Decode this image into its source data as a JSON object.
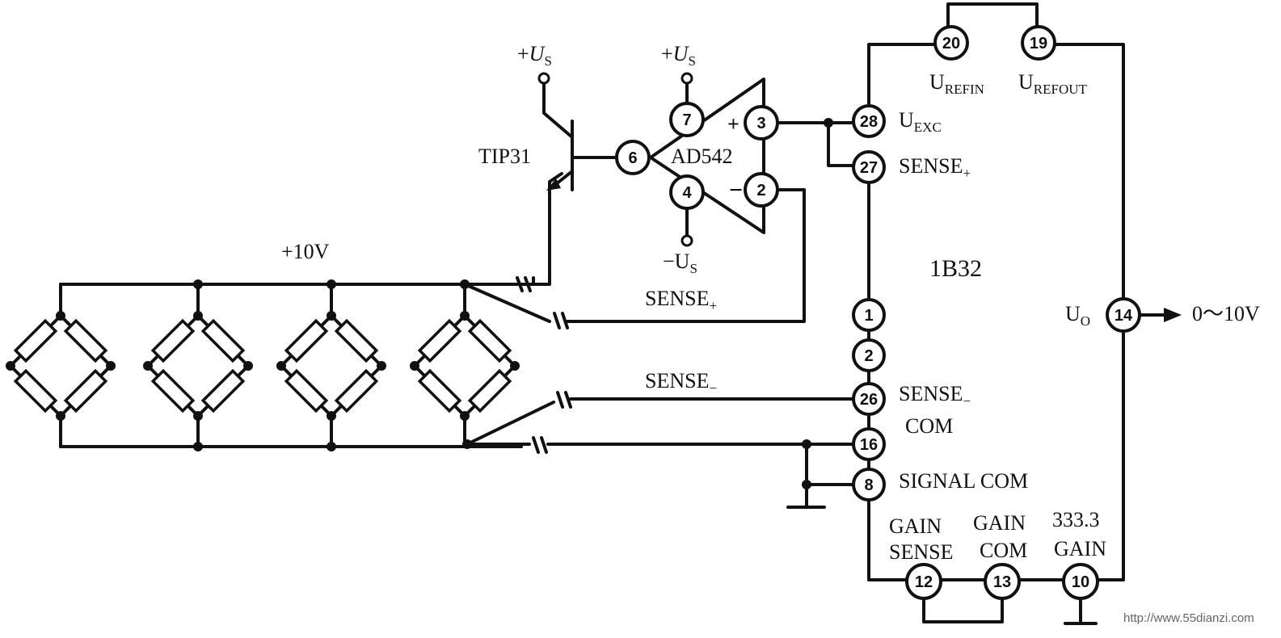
{
  "labels": {
    "us_prefix": "+",
    "us_main": "U",
    "us_sub": "S",
    "neg_us_prefix": "−",
    "plus_10v": "+10V",
    "tip": "TIP31",
    "ad": "AD542",
    "chip": "1B32",
    "sense_main": "SENSE",
    "sense_plus_sub": "+",
    "sense_minus_sub": "−",
    "u_main": "U",
    "refin_sub": "REFIN",
    "refout_sub": "REFOUT",
    "exc_sub": "EXC",
    "o_sub": "O",
    "com": "COM",
    "signal_com": "SIGNAL COM",
    "gain": "GAIN",
    "sense_plain": "SENSE",
    "gain_value": "333.3",
    "output_range": "0～10V",
    "opamp_plus": "+",
    "opamp_minus": "−",
    "watermark": "http://www.55dianzi.com"
  },
  "pins": {
    "p20": "20",
    "p19": "19",
    "p28": "28",
    "p27": "27",
    "p1": "1",
    "p2": "2",
    "p26": "26",
    "p16": "16",
    "p8": "8",
    "p12": "12",
    "p13": "13",
    "p10": "10",
    "p14": "14",
    "p7": "7",
    "p6": "6",
    "p4": "4",
    "p3": "3",
    "p2b": "2"
  }
}
